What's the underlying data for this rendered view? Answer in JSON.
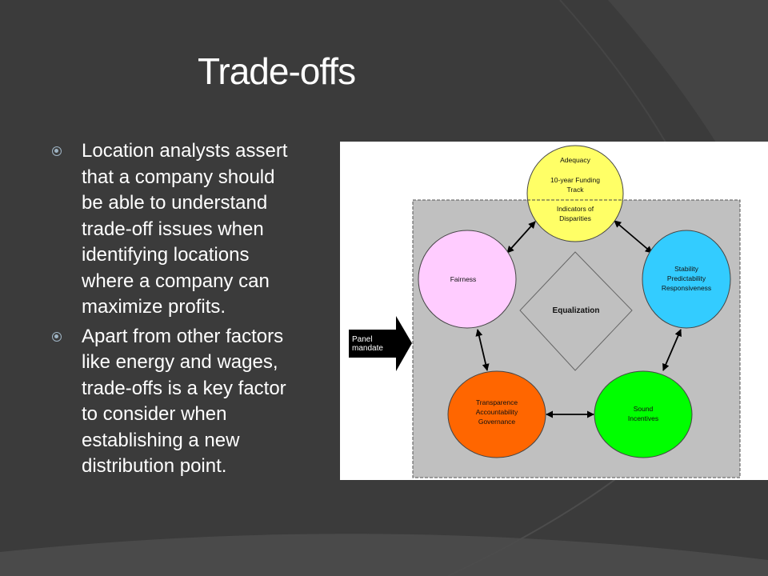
{
  "slide": {
    "title": "Trade-offs",
    "bullets": [
      {
        "lines": [
          "Location analysts assert",
          "that a company should",
          "be able to understand",
          "trade-off issues when",
          "identifying locations",
          "where a company can",
          "maximize profits."
        ]
      },
      {
        "lines": [
          "Apart from other factors",
          "like energy and wages,",
          "trade-offs is a key factor",
          "to consider when",
          "establishing a new",
          "distribution point."
        ]
      }
    ]
  },
  "diagram": {
    "input_arrow": [
      "Panel",
      "mandate"
    ],
    "center": "Equalization",
    "nodes": {
      "adequacy": {
        "lines_top": [
          "Adequacy",
          "10-year Funding",
          "Track"
        ],
        "lines_bottom": [
          "Indicators of",
          "Disparities"
        ],
        "color": "#ffff66"
      },
      "fairness": {
        "lines": [
          "Fairness"
        ],
        "color": "#ffccff"
      },
      "stability": {
        "lines": [
          "Stability",
          "Predictability",
          "Responsiveness"
        ],
        "color": "#33ccff"
      },
      "transparence": {
        "lines": [
          "Transparence",
          "Accountability",
          "Governance"
        ],
        "color": "#ff6600"
      },
      "sound": {
        "lines": [
          "Sound",
          "Incentives"
        ],
        "color": "#00ff00"
      }
    }
  }
}
